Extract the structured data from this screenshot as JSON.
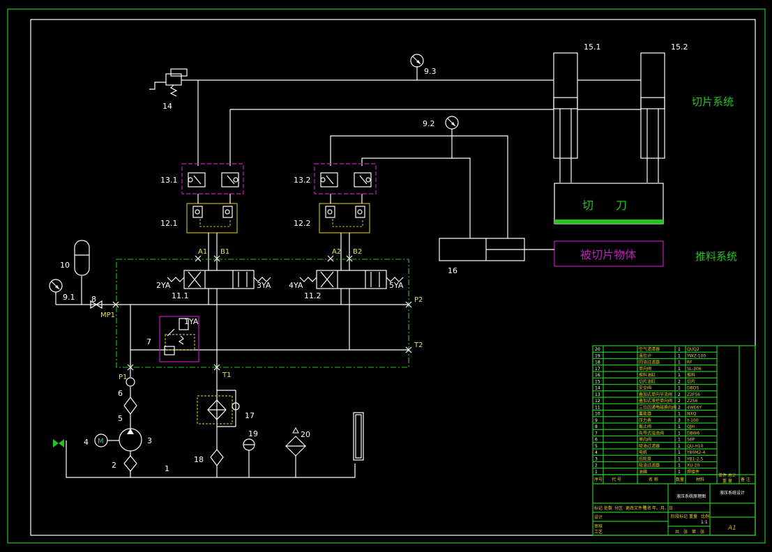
{
  "system_labels": {
    "slicing": "切片系统",
    "pushing": "推料系统"
  },
  "blocks": {
    "cutter": "切　　刀",
    "workpiece": "被切片物体"
  },
  "ports": [
    "A1",
    "B1",
    "A2",
    "B2",
    "P2",
    "T2",
    "P1",
    "T1",
    "MP1"
  ],
  "solenoids": [
    "2YA",
    "3YA",
    "4YA",
    "5YA",
    "1YA"
  ],
  "pump_motor_symbol": "M",
  "components": {
    "c1": "1",
    "c2": "2",
    "c3": "3",
    "c4": "4",
    "c5": "5",
    "c6": "6",
    "c7": "7",
    "c8": "8",
    "c9_1": "9.1",
    "c9_2": "9.2",
    "c9_3": "9.3",
    "c10": "10",
    "c11_1": "11.1",
    "c11_2": "11.2",
    "c12_1": "12.1",
    "c12_2": "12.2",
    "c13_1": "13.1",
    "c13_2": "13.2",
    "c14": "14",
    "c15_1": "15.1",
    "c15_2": "15.2",
    "c16": "16",
    "c17": "17",
    "c18": "18",
    "c19": "19",
    "c20": "20"
  },
  "title_block": {
    "rows": [
      {
        "no": "20",
        "name": "空气滤清器",
        "qty": "1",
        "model": "QUQ2"
      },
      {
        "no": "19",
        "name": "液位计",
        "qty": "1",
        "model": "YWZ-100"
      },
      {
        "no": "18",
        "name": "回油过滤器",
        "qty": "1",
        "model": "RF"
      },
      {
        "no": "17",
        "name": "单向阀",
        "qty": "1",
        "model": "SL-306"
      },
      {
        "no": "16",
        "name": "推料油缸",
        "qty": "1",
        "model": "推料"
      },
      {
        "no": "15",
        "name": "切片油缸",
        "qty": "2",
        "model": "切片"
      },
      {
        "no": "14",
        "name": "安全阀",
        "qty": "1",
        "model": "DBDS"
      },
      {
        "no": "13",
        "name": "叠加式单向节流阀",
        "qty": "2",
        "model": "Z2FS6"
      },
      {
        "no": "12",
        "name": "叠加式液控单向阀",
        "qty": "2",
        "model": "Z2S6"
      },
      {
        "no": "11",
        "name": "三位四通电磁换向阀",
        "qty": "2",
        "model": "4WE6Y"
      },
      {
        "no": "10",
        "name": "蓄能器",
        "qty": "1",
        "model": "NXQ"
      },
      {
        "no": "9",
        "name": "压力表",
        "qty": "3",
        "model": "Y-100"
      },
      {
        "no": "8",
        "name": "截止阀",
        "qty": "1",
        "model": "QJH"
      },
      {
        "no": "7",
        "name": "先导式溢流阀",
        "qty": "1",
        "model": "DBW6"
      },
      {
        "no": "6",
        "name": "单向阀",
        "qty": "1",
        "model": "S6P"
      },
      {
        "no": "5",
        "name": "吸油过滤器",
        "qty": "1",
        "model": "QU-H10"
      },
      {
        "no": "4",
        "name": "电机",
        "qty": "1",
        "model": "Y80M2-4"
      },
      {
        "no": "3",
        "name": "齿轮泵",
        "qty": "1",
        "model": "YB1-2.5"
      },
      {
        "no": "2",
        "name": "吸油过滤器",
        "qty": "1",
        "model": "XU-20"
      },
      {
        "no": "1",
        "name": "油箱",
        "qty": "1",
        "model": "焊接件"
      }
    ],
    "header": {
      "no": "序号",
      "code": "代 号",
      "name": "名 称",
      "qty": "数量",
      "material": "材料",
      "weight": "单件 总计",
      "weight2": "重 量",
      "remark": "备 注"
    },
    "drawing_title": "液压系统原理图",
    "company": "液压系统设计",
    "sheet_size": "A1",
    "scale": "1:1",
    "sign_labels": [
      "标记",
      "处数",
      "分区",
      "更改文件号",
      "签名",
      "年、月、日"
    ],
    "design_labels": [
      "设计",
      "审核",
      "工艺"
    ],
    "stage_labels": [
      "阶段标记",
      "重量",
      "比例"
    ],
    "sheet_labels": "共　张　第　张"
  },
  "colors": {
    "line": "#ffffff",
    "frame": "#22c51e",
    "valve_stack": "#c21cc0",
    "check_stack": "#c2b40e",
    "label": "#e3e34a"
  }
}
